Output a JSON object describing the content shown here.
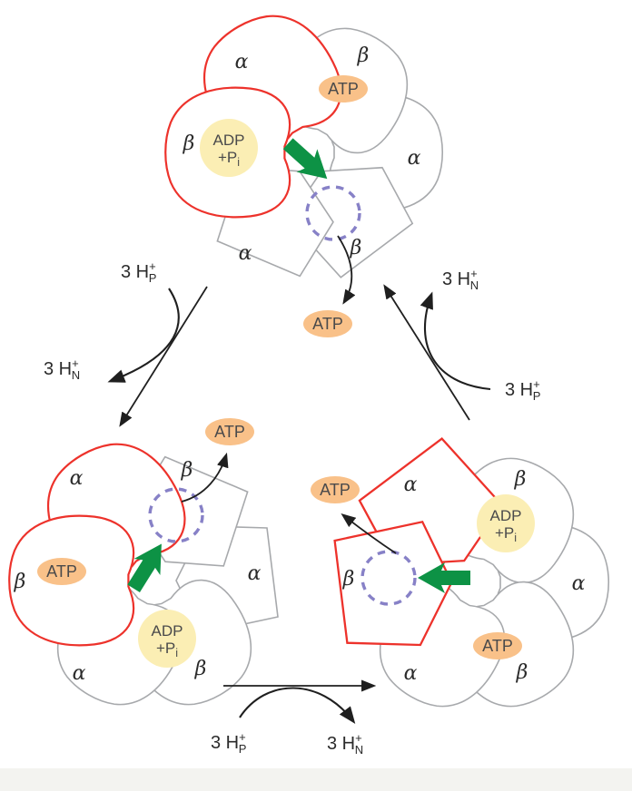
{
  "figure": {
    "kind": "ATP synthase rotational catalysis diagram",
    "complex_count": 3
  },
  "colors": {
    "background": "#ffffff",
    "subunit_outline_gray": "#a7a9ac",
    "subunit_outline_red": "#ed322b",
    "rotation_arrow_green": "#0d9245",
    "gamma_dashed_purple": "#8781c7",
    "atp_oval_fill": "#f9c189",
    "adp_pi_circle_fill": "#fbeeb4",
    "text_dark": "#2b2b2b",
    "arrow_black": "#1f1f1f",
    "bottom_strip": "#f3f3f0"
  },
  "subunits": {
    "alpha": "α",
    "beta": "β"
  },
  "molecules": {
    "atp": "ATP",
    "adp": "ADP",
    "pi": "+P",
    "pi_sub": "i"
  },
  "protons": {
    "prefix": "3 H",
    "plus": "+",
    "p_side": "P",
    "n_side": "N"
  }
}
